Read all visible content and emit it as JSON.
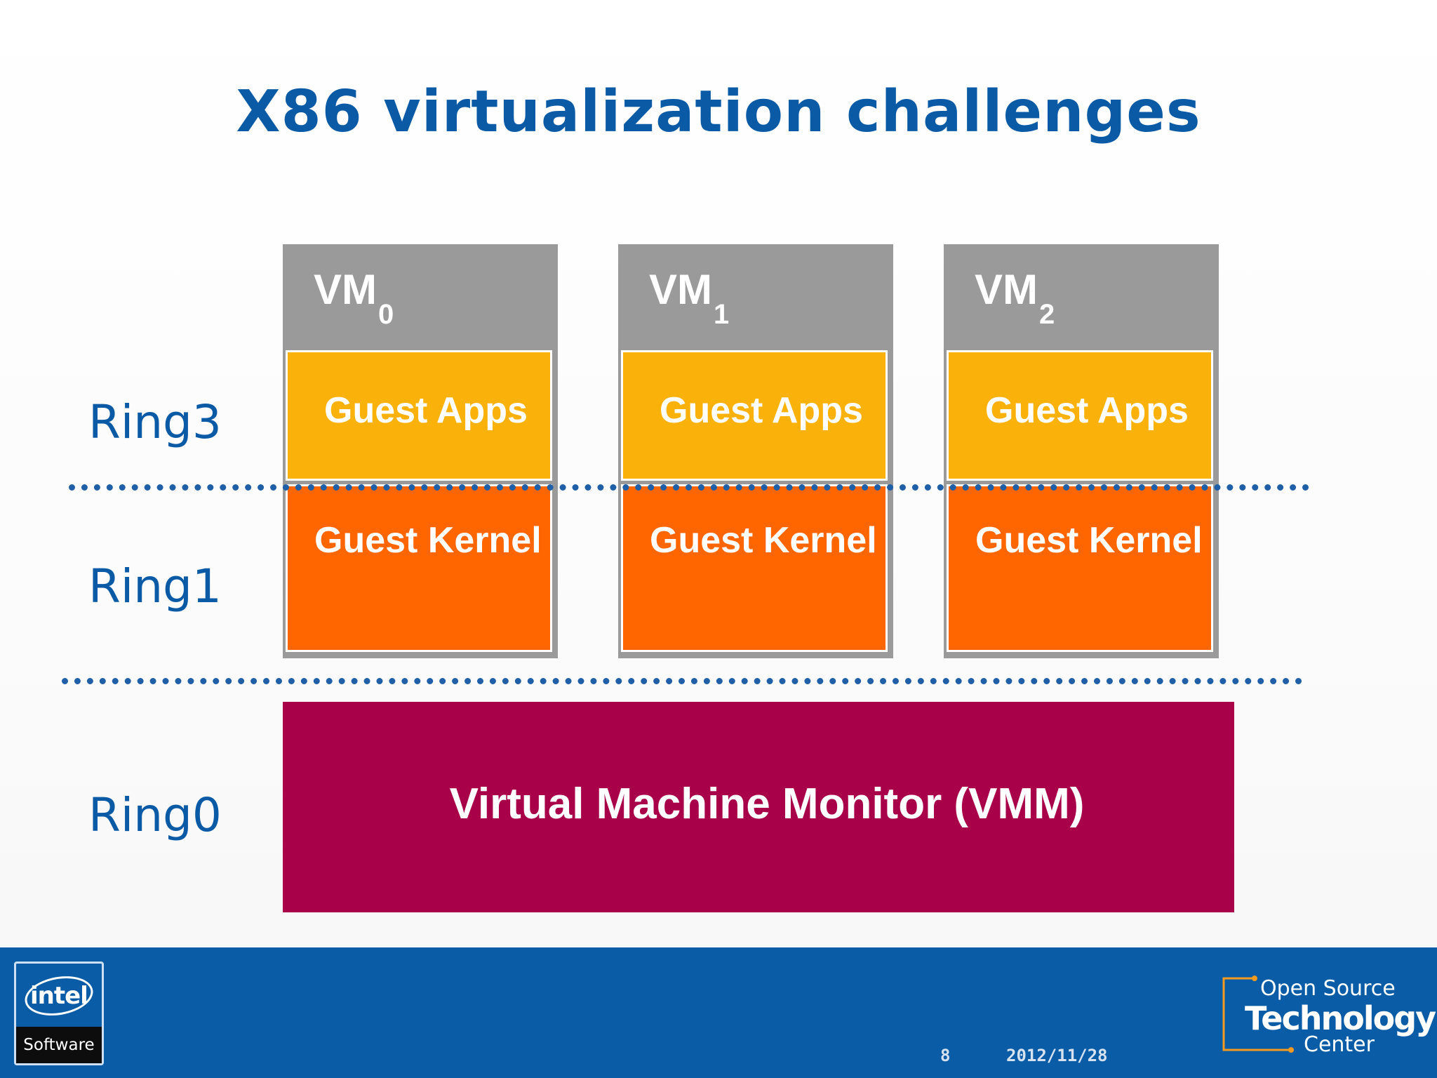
{
  "slide": {
    "title": "X86 virtualization challenges"
  },
  "rings": {
    "ring3": "Ring3",
    "ring1": "Ring1",
    "ring0": "Ring0"
  },
  "vms": [
    {
      "label": "VM",
      "subscript": "0",
      "apps": "Guest Apps",
      "kernel": "Guest Kernel"
    },
    {
      "label": "VM",
      "subscript": "1",
      "apps": "Guest Apps",
      "kernel": "Guest Kernel"
    },
    {
      "label": "VM",
      "subscript": "2",
      "apps": "Guest Apps",
      "kernel": "Guest Kernel"
    }
  ],
  "vmm": {
    "label": "Virtual Machine Monitor (VMM)"
  },
  "footer": {
    "intel_logo": {
      "word": "intel",
      "sub": "Software"
    },
    "page_number": "8",
    "date": "2012/11/28",
    "ostc_logo": {
      "line1": "Open Source",
      "line2": "Technology",
      "line3": "Center"
    }
  },
  "colors": {
    "title_blue": "#0b5aa6",
    "vm_gray": "#9a9a9a",
    "guest_apps_yellow": "#fab20a",
    "guest_kernel_orange": "#ff6600",
    "vmm_crimson": "#a9004a",
    "footer_blue": "#0a5ca6",
    "ostc_accent": "#f39a1f"
  }
}
